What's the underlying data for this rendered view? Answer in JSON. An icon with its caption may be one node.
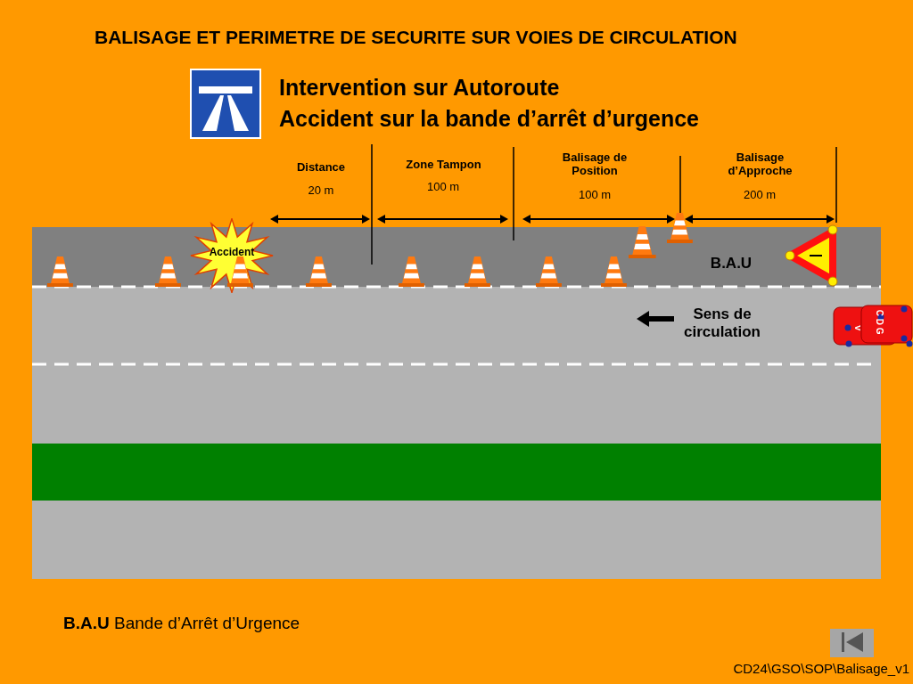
{
  "diagram": {
    "title": "BALISAGE ET PERIMETRE DE SECURITE SUR VOIES DE CIRCULATION",
    "nodes": [
      {
        "text": [
          "Accident"
        ]
      }
    ],
    "labels": [
      "Intervention sur Autoroute",
      "Accident sur la bande d’arrêt d’urgence",
      "Balisage de Position",
      "Balisage d’Approche",
      "Zone Tampon",
      "Distance",
      "100 m",
      "200 m",
      "100 m",
      "20 m",
      "B.A.U",
      "Sens de circulation",
      "C D G",
      "V",
      "**B.A.U** Bande d’Arrêt d’Urgence",
      "CD24\\GSO\\SOP\\Balisage_v1"
    ]
  }
}
